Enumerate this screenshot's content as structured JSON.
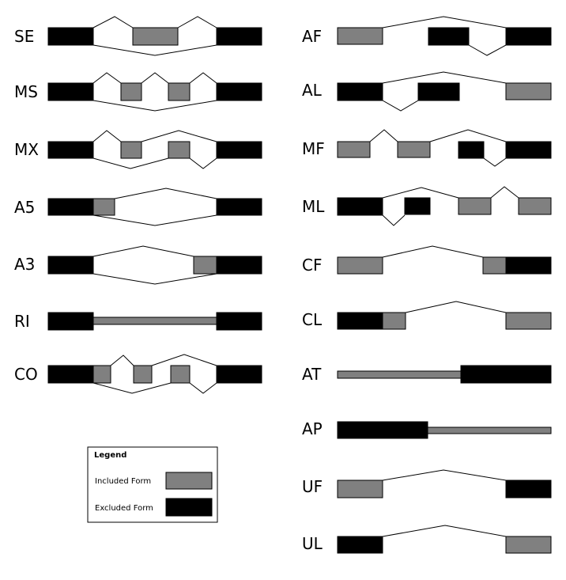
{
  "colors": {
    "included": "#808080",
    "excluded": "#000000",
    "line": "#000000"
  },
  "events": [
    {
      "id": "SE",
      "label": "SE"
    },
    {
      "id": "MS",
      "label": "MS"
    },
    {
      "id": "MX",
      "label": "MX"
    },
    {
      "id": "A5",
      "label": "A5"
    },
    {
      "id": "A3",
      "label": "A3"
    },
    {
      "id": "RI",
      "label": "RI"
    },
    {
      "id": "CO",
      "label": "CO"
    },
    {
      "id": "AF",
      "label": "AF"
    },
    {
      "id": "AL",
      "label": "AL"
    },
    {
      "id": "MF",
      "label": "MF"
    },
    {
      "id": "ML",
      "label": "ML"
    },
    {
      "id": "CF",
      "label": "CF"
    },
    {
      "id": "CL",
      "label": "CL"
    },
    {
      "id": "AT",
      "label": "AT"
    },
    {
      "id": "AP",
      "label": "AP"
    },
    {
      "id": "UF",
      "label": "UF"
    },
    {
      "id": "UL",
      "label": "UL"
    }
  ],
  "legend": {
    "title": "Legend",
    "items": [
      {
        "label": "Included Form",
        "kind": "included"
      },
      {
        "label": "Excluded Form",
        "kind": "excluded"
      }
    ]
  }
}
